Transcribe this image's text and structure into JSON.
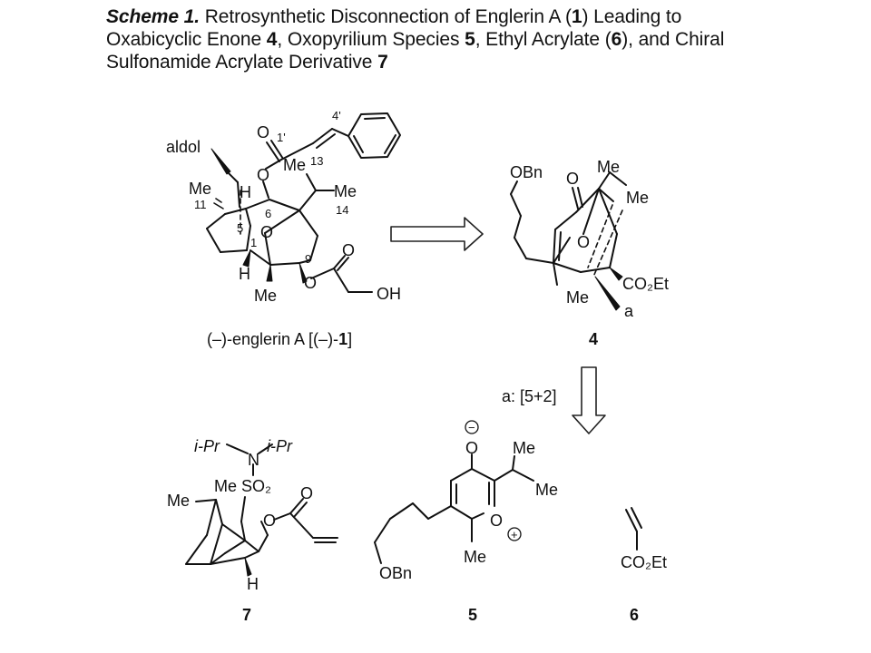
{
  "caption": {
    "lead": "Scheme 1.",
    "text_1": " Retrosynthetic Disconnection of Englerin A (",
    "num_1": "1",
    "text_2": ") Leading to Oxabicyclic Enone ",
    "num_4": "4",
    "text_3": ", Oxopyrilium Species ",
    "num_5": "5",
    "text_4": ", Ethyl Acrylate (",
    "num_6": "6",
    "text_5": "), and Chiral Sulfonamide Acrylate Derivative ",
    "num_7": "7"
  },
  "englerin": {
    "aldol": "aldol",
    "me11": "Me",
    "n11": "11",
    "h5": "H",
    "n5": "5",
    "n6": "6",
    "n1": "1",
    "o_bridge": "O",
    "h1": "H",
    "me_bottom": "Me",
    "n9": "9",
    "o_ester": "O",
    "o_carbonyl": "O",
    "oh": "OH",
    "o_cinn": "O",
    "o_cinn_carbonyl": "O",
    "n1p": "1'",
    "n4p": "4'",
    "me13": "Me",
    "n13": "13",
    "me14": "Me",
    "n14": "14",
    "name_prefix": "(–)-englerin A [(–)-",
    "name_num": "1",
    "name_suffix": "]"
  },
  "enone4": {
    "obn": "OBn",
    "o_ketone": "O",
    "me_top": "Me",
    "me_right": "Me",
    "o_bridge": "O",
    "co2et": "CO₂Et",
    "me_bottom": "Me",
    "bond_a": "a",
    "label": "4"
  },
  "arrow_down": {
    "label": "a: [5+2]"
  },
  "sulfonamide7": {
    "ipr_left": "i-Pr",
    "n": "N",
    "ipr_right": "i-Pr",
    "me_so2": "Me SO₂",
    "me_left": "Me",
    "o_ester": "O",
    "o_carbonyl": "O",
    "h": "H",
    "label": "7"
  },
  "oxopyrilium5": {
    "minus": "−",
    "o_top": "O",
    "me_a": "Me",
    "me_b": "Me",
    "o_ring": "O",
    "plus": "+",
    "me_bottom": "Me",
    "obn": "OBn",
    "label": "5"
  },
  "acrylate6": {
    "co2et": "CO₂Et",
    "label": "6"
  }
}
